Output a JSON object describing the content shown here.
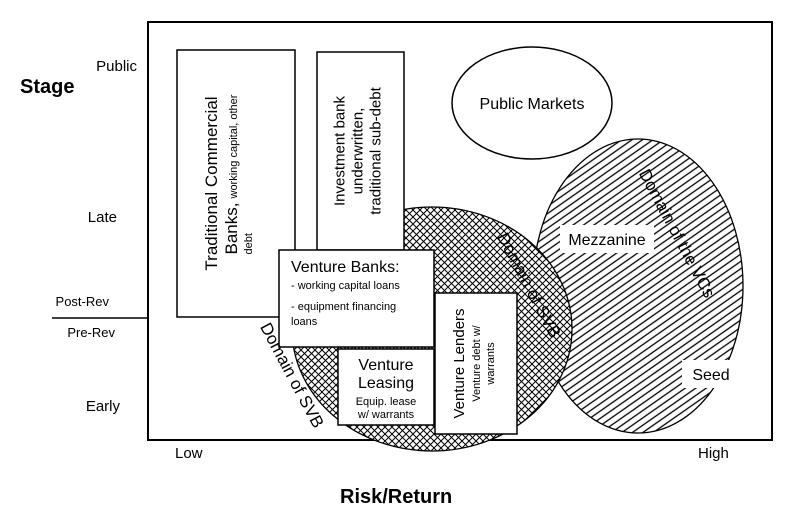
{
  "axes": {
    "y_title": "Stage",
    "x_title": "Risk/Return",
    "y_ticks": [
      "Public",
      "Late",
      "Post-Rev",
      "Pre-Rev",
      "Early"
    ],
    "x_ticks": [
      "Low",
      "High"
    ]
  },
  "boxes": {
    "traditional_banks": {
      "title": "Traditional Commercial Banks,",
      "title_line1": "Traditional Commercial",
      "title_line2": "Banks,",
      "detail_line1": "working capital, other",
      "detail_line2": "debt"
    },
    "investment_bank": {
      "line1": "Investment bank",
      "line2": "underwritten,",
      "line3": "traditional sub-debt"
    },
    "venture_banks": {
      "title": "Venture Banks:",
      "item1": "- working capital loans",
      "item2_line1": "- equipment financing",
      "item2_line2": "loans"
    },
    "venture_leasing": {
      "line1": "Venture",
      "line2": "Leasing",
      "detail_line1": "Equip. lease",
      "detail_line2": "w/ warrants"
    },
    "venture_lenders": {
      "title": "Venture Lenders",
      "detail_line1": "Venture debt w/",
      "detail_line2": "warrants"
    }
  },
  "regions": {
    "public_markets": "Public Markets",
    "svb_domain_1": "Domain of SVB",
    "svb_domain_2": "Domain of SVB",
    "vc_domain": "Domain of the VCs",
    "mezzanine": "Mezzanine",
    "seed": "Seed"
  }
}
